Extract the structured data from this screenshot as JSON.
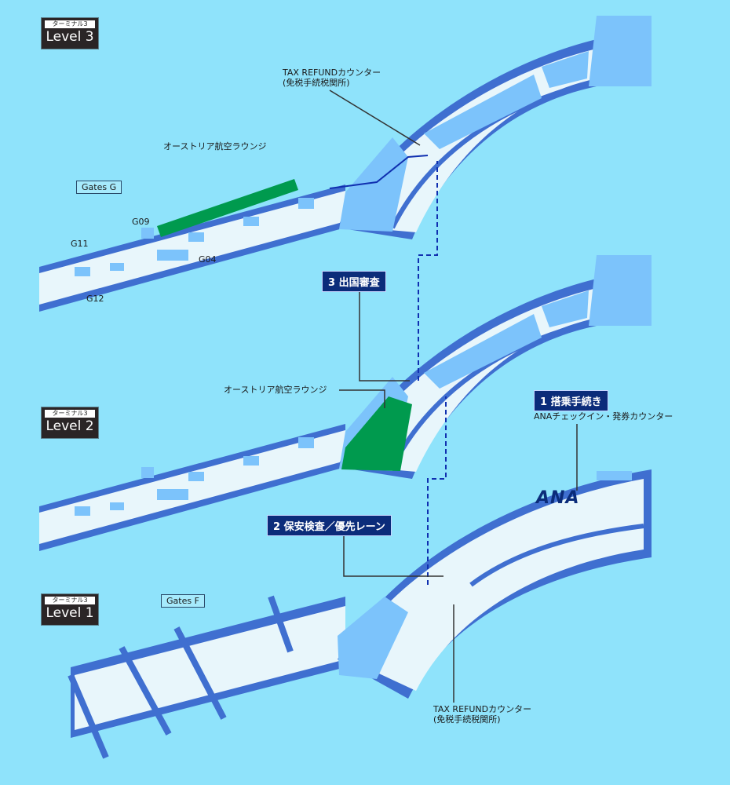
{
  "levels": [
    {
      "terminal": "ターミナル3",
      "name": "Level 3"
    },
    {
      "terminal": "ターミナル3",
      "name": "Level 2"
    },
    {
      "terminal": "ターミナル3",
      "name": "Level 1"
    }
  ],
  "level3": {
    "tax_refund": {
      "line1": "TAX REFUNDカウンター",
      "line2": "(免税手続税関所)"
    },
    "lounge": "オーストリア航空ラウンジ",
    "gates_label": "Gates G",
    "gates": [
      "G09",
      "G11",
      "G04",
      "G12"
    ]
  },
  "level2": {
    "immigration": "3 出国審査",
    "lounge": "オーストリア航空ラウンジ",
    "checkin": "1 搭乗手続き",
    "checkin_sub": "ANAチェックイン・発券カウンター"
  },
  "level1": {
    "security": "2 保安検査／優先レーン",
    "gates_label": "Gates F",
    "ana_logo": "ANA",
    "tax_refund": {
      "line1": "TAX REFUNDカウンター",
      "line2": "(免税手続税関所)"
    }
  },
  "colors": {
    "background": "#8fe3fb",
    "floor": "#e8f6fb",
    "wall": "#3f6fd0",
    "block": "#7cc3fb",
    "lounge": "#009a4e",
    "label_box": "#0b2c7a",
    "route": "#1030b0"
  }
}
